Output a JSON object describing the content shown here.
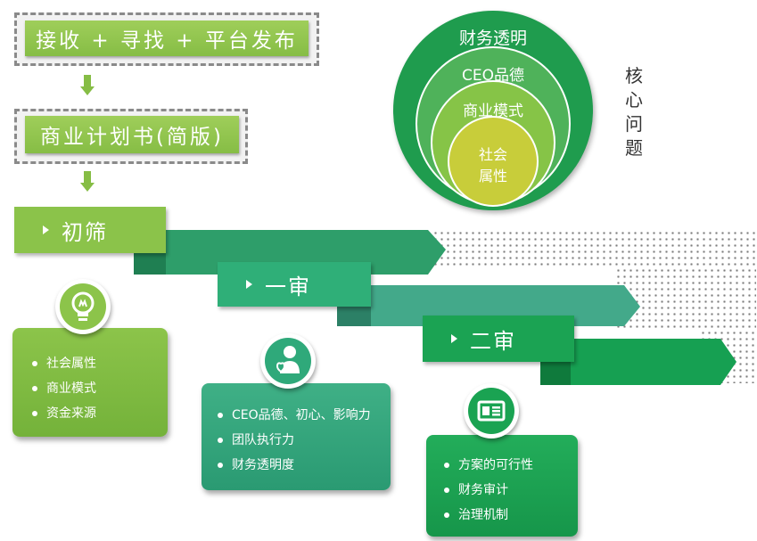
{
  "flow": {
    "step1": "接收 + 寻找 + 平台发布",
    "step2": "商业计划书(简版)"
  },
  "stages": [
    {
      "label": "初筛"
    },
    {
      "label": "一审"
    },
    {
      "label": "二审"
    }
  ],
  "cards": [
    {
      "icon": "lightbulb-icon",
      "items": [
        "社会属性",
        "商业模式",
        "资金来源"
      ]
    },
    {
      "icon": "person-heart-icon",
      "items": [
        "CEO品德、初心、影响力",
        "团队执行力",
        "财务透明度"
      ]
    },
    {
      "icon": "id-card-icon",
      "items": [
        "方案的可行性",
        "财务审计",
        "治理机制"
      ]
    }
  ],
  "core": {
    "rings": [
      "财务透明",
      "CEO品德",
      "商业模式"
    ],
    "center": [
      "社会",
      "属性"
    ],
    "side_label": [
      "核",
      "心",
      "问",
      "题"
    ]
  },
  "colors": {
    "light_green": "#8cc44a",
    "mid_green": "#2fae6a",
    "dark_green": "#1e9a4a",
    "teal": "#3aa386",
    "yellow": "#c9ce3a"
  }
}
